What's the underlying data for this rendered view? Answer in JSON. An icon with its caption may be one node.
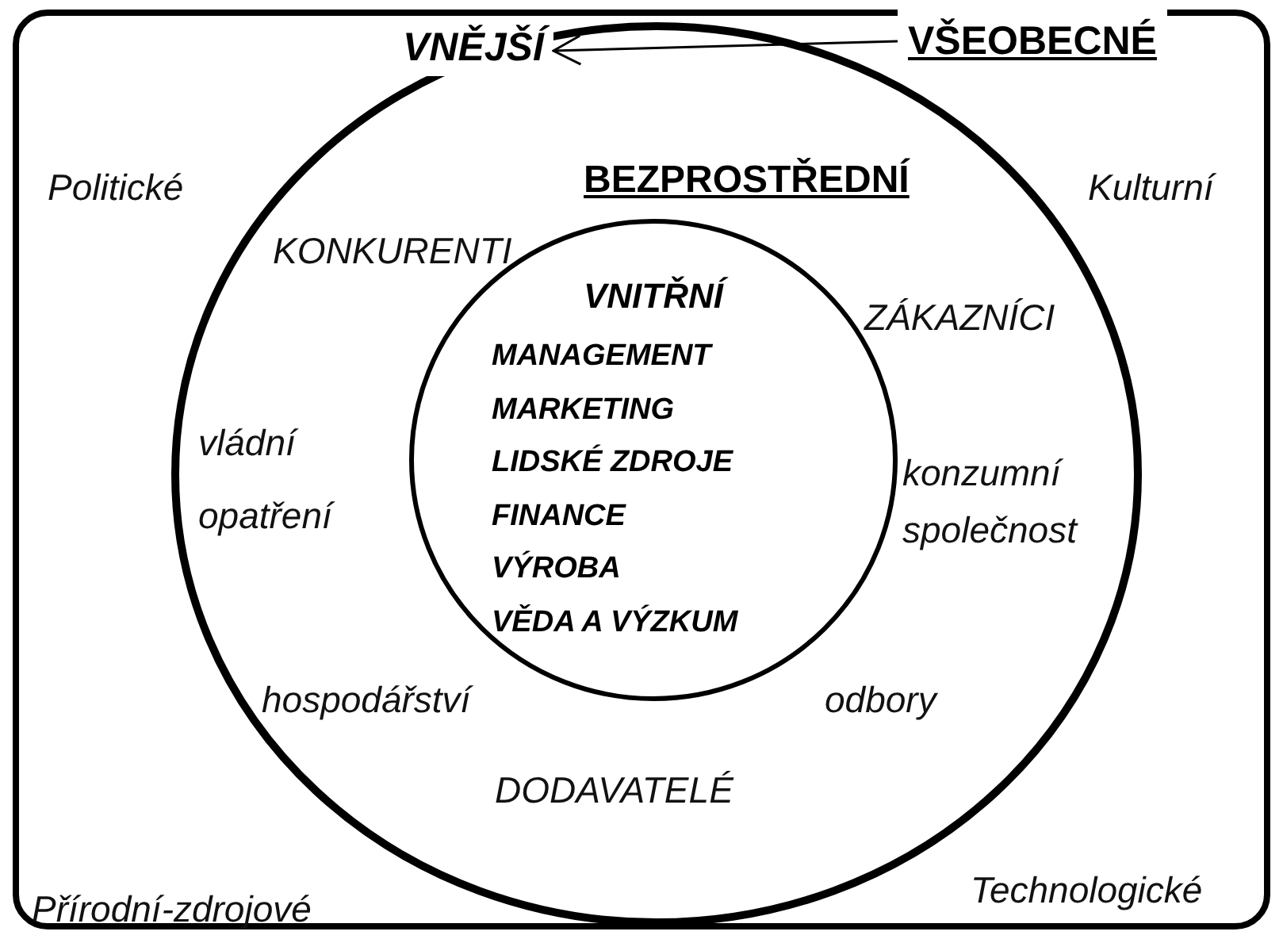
{
  "diagram": {
    "nodes": [
      {
        "text": [],
        "shape": "box"
      },
      {
        "text": [
          "VNĚJŠÍ"
        ],
        "in": 0
      },
      {
        "text": [
          "VŠEOBECNÉ"
        ],
        "in": 0
      },
      {
        "text": [
          "BEZPROSTŘEDNÍ"
        ],
        "in": 0
      },
      {
        "text": [
          "VNITŘNÍ",
          "MANAGEMENT",
          "MARKETING",
          "LIDSKÉ ZDROJE",
          "FINANCE",
          "VÝROBA",
          "VĚDA A VÝZKUM"
        ],
        "in": 3
      }
    ],
    "edges": [
      {
        "from": 2,
        "to": 1,
        "arrow": "to"
      }
    ],
    "labels": [
      "Politické",
      "Kulturní",
      "KONKURENTI",
      "ZÁKAZNÍCI",
      "vládní opatření",
      "konzumní společnost",
      "hospodářství",
      "odbory",
      "DODAVATELÉ",
      "Přírodní-zdrojové",
      "Technologické"
    ]
  }
}
